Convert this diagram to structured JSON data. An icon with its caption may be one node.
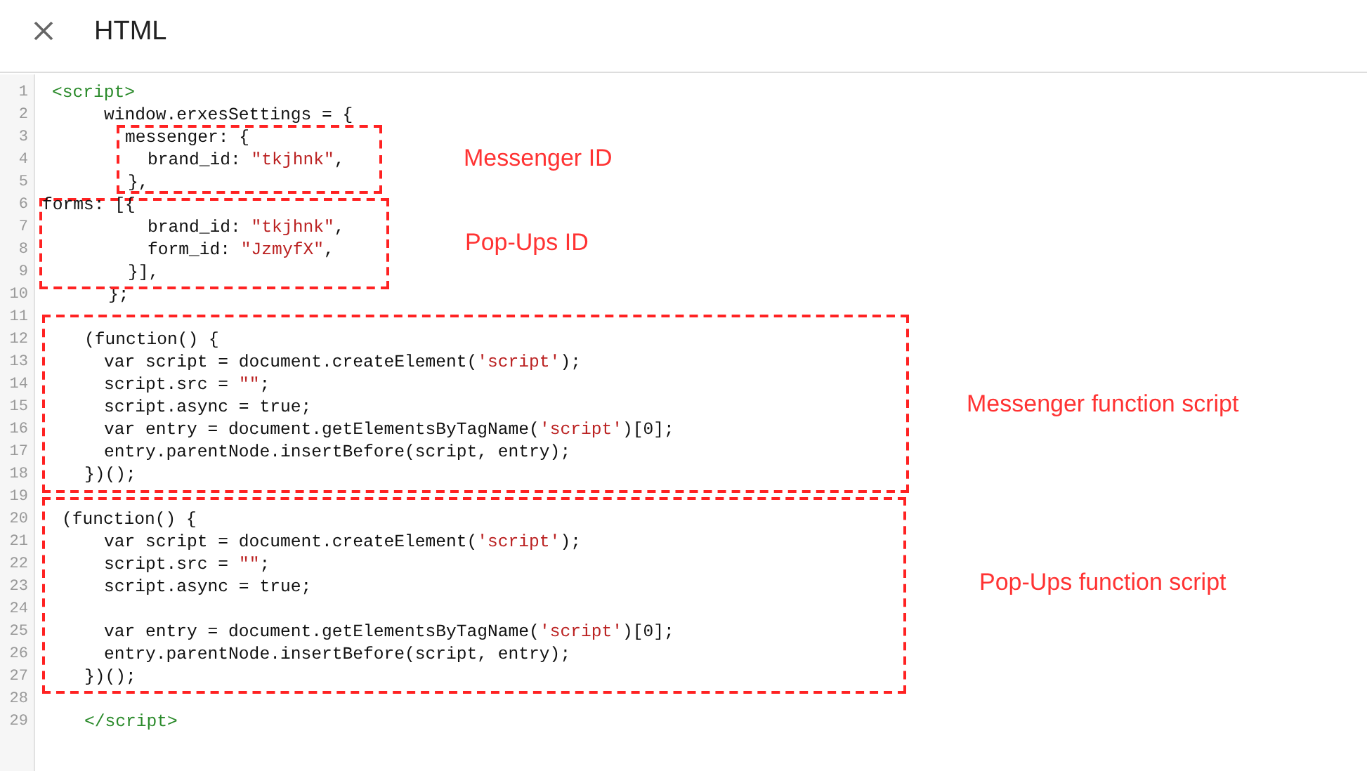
{
  "diagram": {
    "title": "HTML",
    "nodes": [
      {
        "text": [
          "messenger: {",
          "brand_id: \"tkjhnk\",",
          "},"
        ],
        "beside": [
          "Messenger ID"
        ]
      },
      {
        "text": [
          "forms: [{",
          "brand_id: \"tkjhnk\",",
          "form_id: \"JzmyfX\",",
          "}],"
        ],
        "beside": [
          "Pop-Ups ID"
        ]
      },
      {
        "text": [
          "(function() {",
          "var script = document.createElement('script');",
          "script.src = \"\";",
          "script.async = true;",
          "var entry = document.getElementsByTagName('script')[0];",
          "entry.parentNode.insertBefore(script, entry);",
          "})();"
        ],
        "beside": [
          "Messenger function script"
        ]
      },
      {
        "text": [
          "(function() {",
          "var script = document.createElement('script');",
          "script.src = \"\";",
          "script.async = true;",
          "var entry = document.getElementsByTagName('script')[0];",
          "entry.parentNode.insertBefore(script, entry);",
          "})();"
        ],
        "beside": [
          "Pop-Ups function script"
        ]
      }
    ],
    "edges": [],
    "labels": [
      "1",
      "<script>",
      "2",
      "window.erxesSettings = {",
      "3",
      "4",
      "5",
      "6",
      "7",
      "8",
      "9",
      "10",
      "};",
      "11",
      "12",
      "13",
      "14",
      "15",
      "16",
      "17",
      "18",
      "19",
      "20",
      "21",
      "22",
      "23",
      "24",
      "25",
      "26",
      "27",
      "28",
      "29",
      "</script>"
    ]
  }
}
